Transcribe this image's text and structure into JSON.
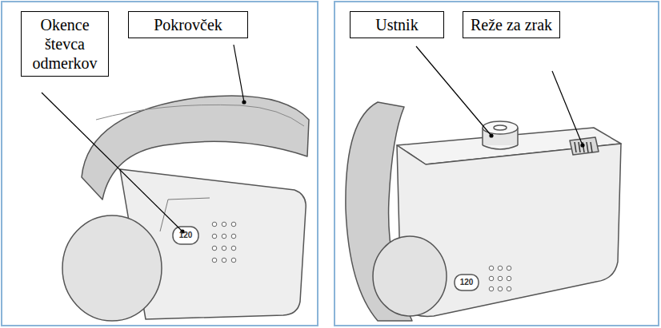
{
  "diagram": {
    "nodes": [
      {
        "text": [
          "Okence števca odmerkov"
        ]
      },
      {
        "text": [
          "Pokrovček"
        ]
      },
      {
        "text": [
          "Ustnik"
        ]
      },
      {
        "text": [
          "Reže za zrak"
        ]
      }
    ],
    "labels": [
      "120",
      "120"
    ]
  }
}
